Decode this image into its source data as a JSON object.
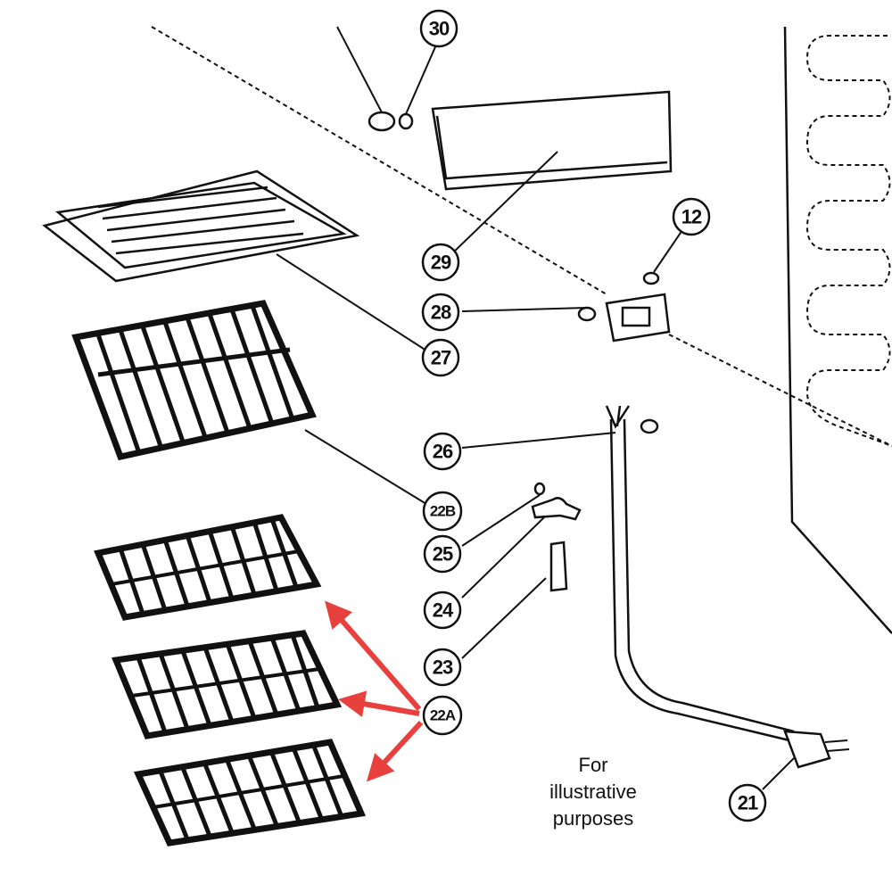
{
  "callouts": [
    {
      "id": "30",
      "label": "30"
    },
    {
      "id": "29",
      "label": "29"
    },
    {
      "id": "12",
      "label": "12"
    },
    {
      "id": "28",
      "label": "28"
    },
    {
      "id": "27",
      "label": "27"
    },
    {
      "id": "26",
      "label": "26"
    },
    {
      "id": "22B",
      "label": "22B"
    },
    {
      "id": "25",
      "label": "25"
    },
    {
      "id": "24",
      "label": "24"
    },
    {
      "id": "23",
      "label": "23"
    },
    {
      "id": "22A",
      "label": "22A"
    },
    {
      "id": "21",
      "label": "21"
    }
  ],
  "note": {
    "line1": "For",
    "line2": "illustrative",
    "line3": "purposes"
  },
  "colors": {
    "line": "#111111",
    "arrow": "#e8403c",
    "background": "#ffffff"
  }
}
